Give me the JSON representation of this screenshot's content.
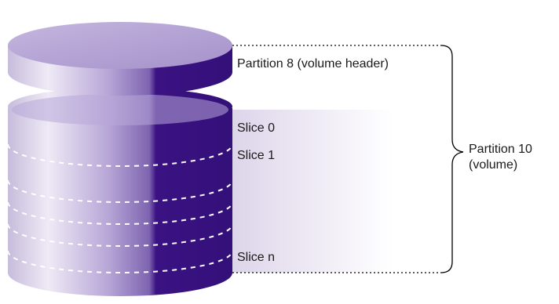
{
  "diagram": {
    "labels": {
      "partition_8": "Partition 8 (volume header)",
      "slice_0": "Slice 0",
      "slice_1": "Slice 1",
      "slice_n": "Slice n",
      "partition_10_line1": "Partition 10",
      "partition_10_line2": "(volume)"
    },
    "colors": {
      "cylinder_light": "#d9cfe6",
      "cylinder_mid": "#9b87c0",
      "cylinder_dark": "#3a1282",
      "top_face": "#b6a5d6",
      "slice_band": "#dcd4ea",
      "dashed_line": "#ffffff",
      "bracket": "#000000"
    }
  }
}
